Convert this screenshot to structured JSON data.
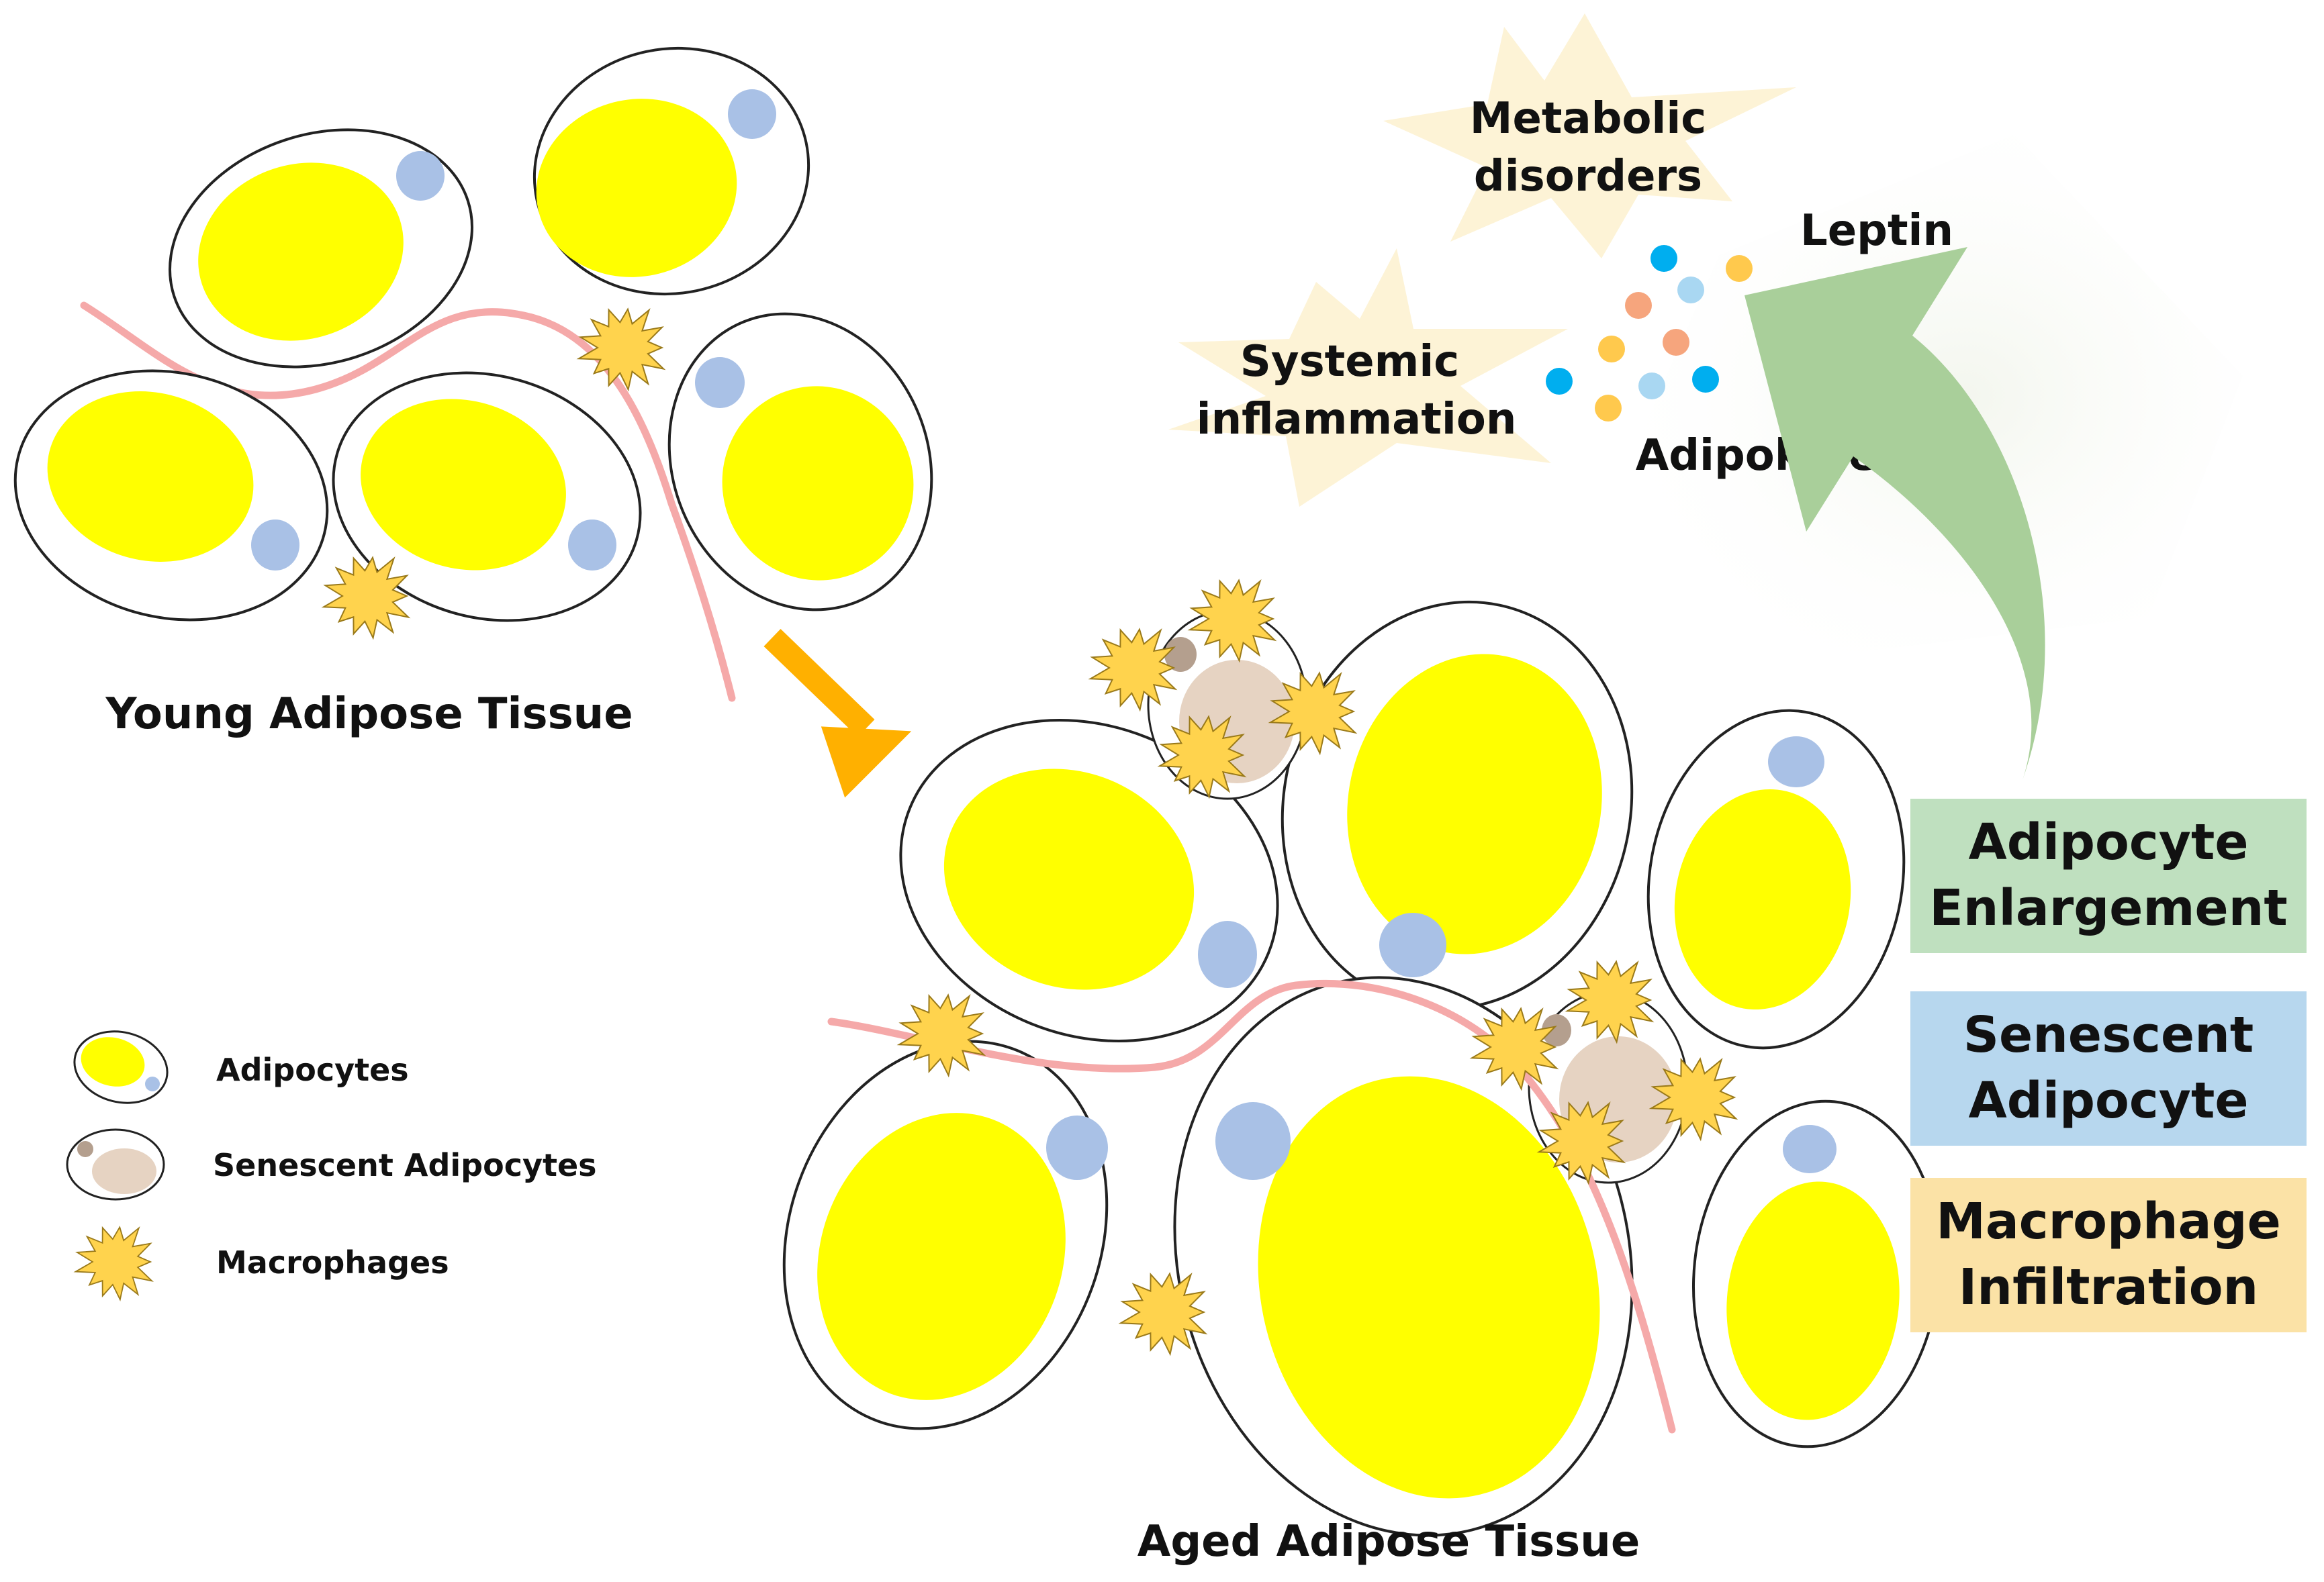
{
  "titles": {
    "young": "Young Adipose Tissue",
    "aged": "Aged Adipose Tissue"
  },
  "effects": {
    "metabolic_line1": "Metabolic",
    "metabolic_line2": "disorders",
    "systemic_line1": "Systemic",
    "systemic_line2": "inflammation",
    "leptin": "Leptin",
    "adipokines": "Adipokines"
  },
  "legend": {
    "adipocytes": "Adipocytes",
    "senescent": "Senescent  Adipocytes",
    "macrophages": "Macrophages"
  },
  "boxes": [
    {
      "line1": "Adipocyte",
      "line2": "Enlargement",
      "color": "#bfe0bf"
    },
    {
      "line1": "Senescent",
      "line2": "Adipocyte",
      "color": "#b7d7ee"
    },
    {
      "line1": "Macrophage",
      "line2": "Infiltration",
      "color": "#fbe2a6"
    }
  ],
  "colors": {
    "fat_droplet": "#ffff00",
    "nucleus": "#a9c1e6",
    "senescent_body": "#e6d3c2",
    "senescent_nucleus": "#b49f8e",
    "macrophage": "#ffd34d",
    "vessel": "#f5a9a9",
    "transition_arrow": "#ffb000",
    "secretion_arrow": "#a9cf9a",
    "effect_burst": "#fdf3d6",
    "adipokine_dots": [
      "#00aeef",
      "#a9d7f2",
      "#f6a57d",
      "#ffc94d"
    ]
  }
}
